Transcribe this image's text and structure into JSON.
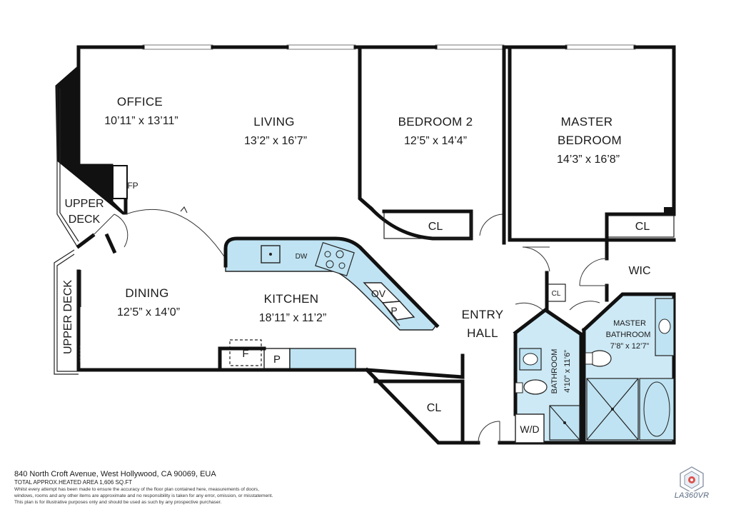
{
  "rooms": {
    "office": {
      "name": "OFFICE",
      "dims": "10’11” x 13’11”"
    },
    "living": {
      "name": "LIVING",
      "dims": "13’2” x 16’7”"
    },
    "bedroom2": {
      "name": "BEDROOM 2",
      "dims": "12’5” x 14’4”"
    },
    "master_bedroom": {
      "name_line1": "MASTER",
      "name_line2": "BEDROOM",
      "dims": "14’3” x 16’8”"
    },
    "dining": {
      "name": "DINING",
      "dims": "12’5” x 14’0”"
    },
    "kitchen": {
      "name": "KITCHEN",
      "dims": "18’11” x 11’2”"
    },
    "entry_hall": {
      "name_line1": "ENTRY",
      "name_line2": "HALL"
    },
    "bathroom": {
      "name": "BATHROOM",
      "dims": "4’10” x 11’6”"
    },
    "master_bathroom": {
      "name_line1": "MASTER",
      "name_line2": "BATHROOM",
      "dims": "7’8” x 12’7”"
    },
    "upper_deck_top": {
      "name_line1": "UPPER",
      "name_line2": "DECK"
    },
    "upper_deck_side": {
      "name": "UPPER DECK"
    }
  },
  "labels": {
    "fp": "FP",
    "cl": "CL",
    "wic": "WIC",
    "dw": "DW",
    "ov": "OV",
    "p": "P",
    "f": "F",
    "wd": "W/D"
  },
  "footer": {
    "address": "840 North Croft Avenue, West Hollywood, CA 90069, EUA",
    "area": "TOTAL APPROX.HEATED AREA 1,606 SQ.FT",
    "disclaimer_1": "Whilst every attempt has been made to ensure the accuracy of the floor plan contained here, measurements of doors,",
    "disclaimer_2": "windows, rooms and any other items are approximate and no responsibility is taken for any error, omission, or misstatement.",
    "disclaimer_3": "This plan is for illustrative purposes only and should be used as such by any prospective purchaser."
  },
  "logo": {
    "text": "LA360VR",
    "icon": "hexagon-cube-icon"
  },
  "colors": {
    "fixture_fill": "#bfe3f2",
    "wall": "#111111",
    "bathroom_fill": "#cde9f5"
  }
}
